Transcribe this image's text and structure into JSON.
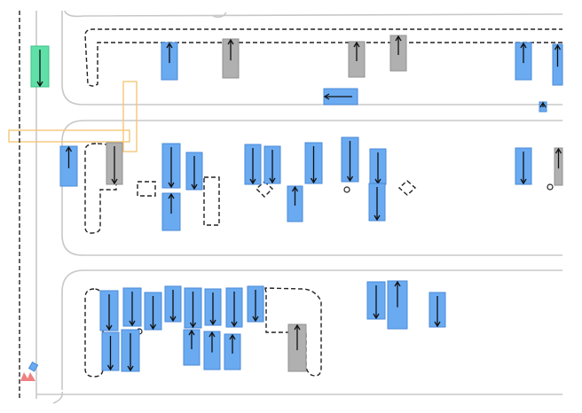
{
  "colors": {
    "background": "#ffffff",
    "lane_boundary": "#c8c8c8",
    "dashed_path": "#222222",
    "heading_arrow": "#111111",
    "vehicle_blue": "#6aaaf0",
    "vehicle_blue_edge": "#4a8ad8",
    "vehicle_gray": "#b0b0b0",
    "vehicle_gray_edge": "#909090",
    "ego_green": "#5fe0a8",
    "crosswalk_outline": "#f5c878",
    "pedestrian_marker": "#f08080"
  },
  "icons": {
    "vehicle": "rectangle-with-heading-arrow",
    "ego": "green-rectangle-with-heading-arrow",
    "static_obstacle": "dashed-diamond",
    "pedestrian": "red-triangle"
  }
}
